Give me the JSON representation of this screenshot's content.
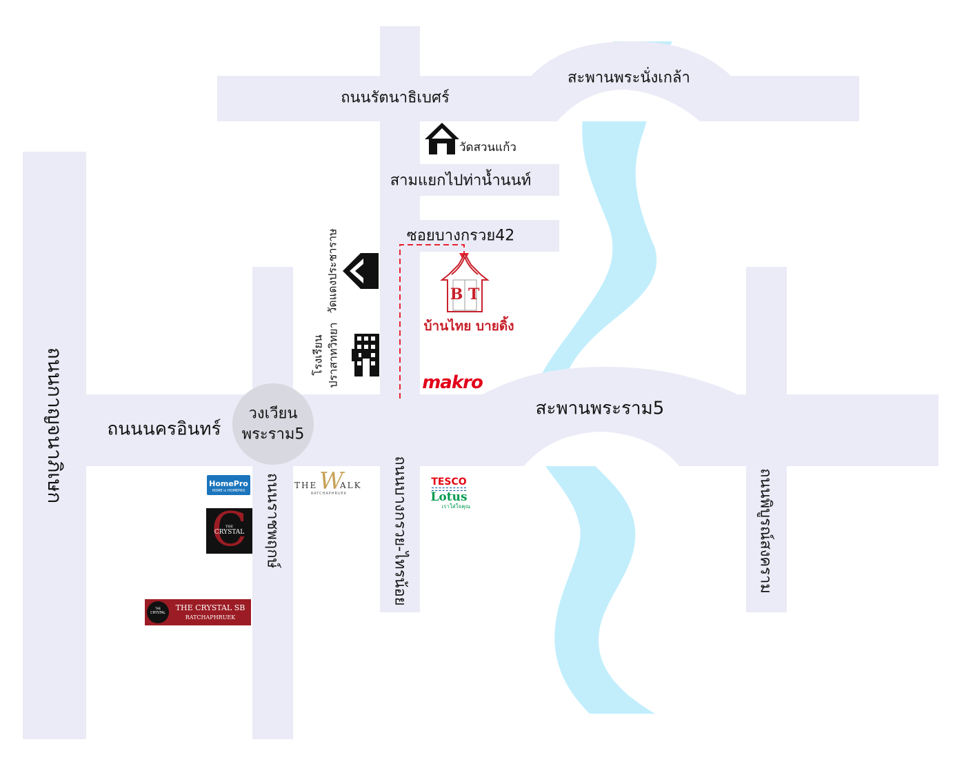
{
  "roads": {
    "rattanathibet": "ถนนรัตนาธิเบศร์",
    "nakhon_in": "ถนนนครอินทร์",
    "kanchanaphisek": "ถนนกาญจนาภิเษก",
    "ratchaphruek": "ถนนราชพฤกษ์",
    "bang_kruai_sai_noi": "ถนนบางกรวย-ไทรน้อย",
    "phibun_songkhram": "ถนนพิบูรณ์สงคราม"
  },
  "places": {
    "phra_nang_klao_bridge": "สะพานพระนั่งเกล้า",
    "rama5_bridge": "สะพานพระราม5",
    "wat_suan_kaew": "วัดสวนแก้ว",
    "tha_nam_nonthaburi_junction": "สามแยกไปท่าน้ำนนท์",
    "soi_bang_kruai_42": "ซอยบางกรวย42",
    "wat_daeng": "วัดแดงประชาราษ",
    "school_line1": "โรงเรียน",
    "school_line2": "ปราสาทวิทยา",
    "roundabout_line1": "วงเวียน",
    "roundabout_line2": "พระราม5",
    "banthai_building": "บ้านไทย บายดิ้ง"
  },
  "logos": {
    "bt_letters": "B T",
    "makro": "makro",
    "tesco": "TESCO",
    "lotus": "Lotus",
    "lotus_tagline": "เราใส่ใจคุณ",
    "homepro": "HomePro",
    "homepro_tagline": "HOME is HOMEPRO",
    "the_walk_the": "THE",
    "the_walk_w": "W",
    "the_walk_alk": "ALK",
    "the_walk_sub": "RATCHAPHRUEK",
    "crystal_c": "C",
    "crystal_the": "THE",
    "crystal_name": "CRYSTAL",
    "crystal_sb_name": "THE CRYSTAL SB",
    "crystal_sb_sub": "RATCHAPHRUEK",
    "crystal_sb_mini_the": "THE",
    "crystal_sb_mini_name": "CRYSTAL"
  },
  "colors": {
    "road": "#ebebf7",
    "river": "#c2eefc",
    "roundabout": "#d8d8e0",
    "route": "#e8222f",
    "brand_red": "#c8202b",
    "makro_red": "#e2001a",
    "tesco_red": "#e30613",
    "tesco_blue": "#00539f",
    "lotus_green": "#009a4e",
    "homepro_blue": "#1b75bc",
    "walk_gold": "#c8a25a",
    "crystal_dark": "#9b1c24"
  }
}
